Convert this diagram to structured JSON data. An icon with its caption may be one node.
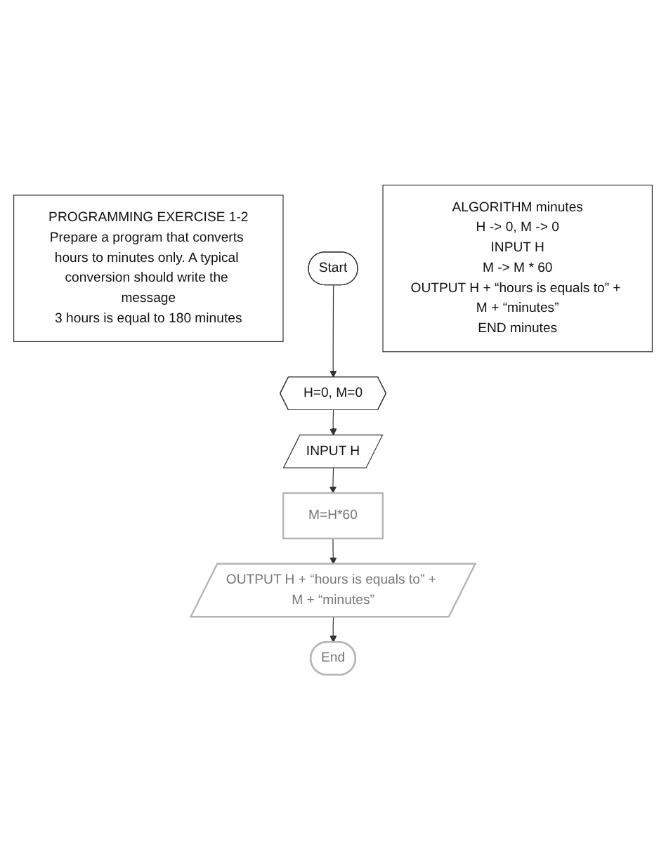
{
  "diagram": {
    "nodes": [
      {
        "text": [
          "PROGRAMMING EXERCISE 1-2",
          "Prepare a program that converts hours to minutes only. A typical conversion should write the message",
          "3 hours is equal to 180 minutes"
        ]
      },
      {
        "text": [
          "Start"
        ]
      },
      {
        "text": [
          "ALGORITHM minutes",
          "H -> 0, M -> 0",
          "INPUT H",
          "M -> M * 60",
          "OUTPUT H + “hours is equals to” + M + “minutes”",
          "END minutes"
        ]
      },
      {
        "text": [
          "H=0, M=0"
        ]
      },
      {
        "text": [
          "INPUT H"
        ]
      },
      {
        "text": [
          "M=H*60"
        ]
      },
      {
        "text": [
          "OUTPUT H + “hours is equals to” + M + “minutes”"
        ]
      },
      {
        "text": [
          "End"
        ]
      }
    ],
    "edges": [
      {
        "from": 1,
        "to": 3,
        "arrow": "to"
      },
      {
        "from": 3,
        "to": 4,
        "arrow": "to"
      },
      {
        "from": 4,
        "to": 5,
        "arrow": "to"
      },
      {
        "from": 5,
        "to": 6,
        "arrow": "to"
      },
      {
        "from": 6,
        "to": 7,
        "arrow": "to"
      }
    ]
  }
}
